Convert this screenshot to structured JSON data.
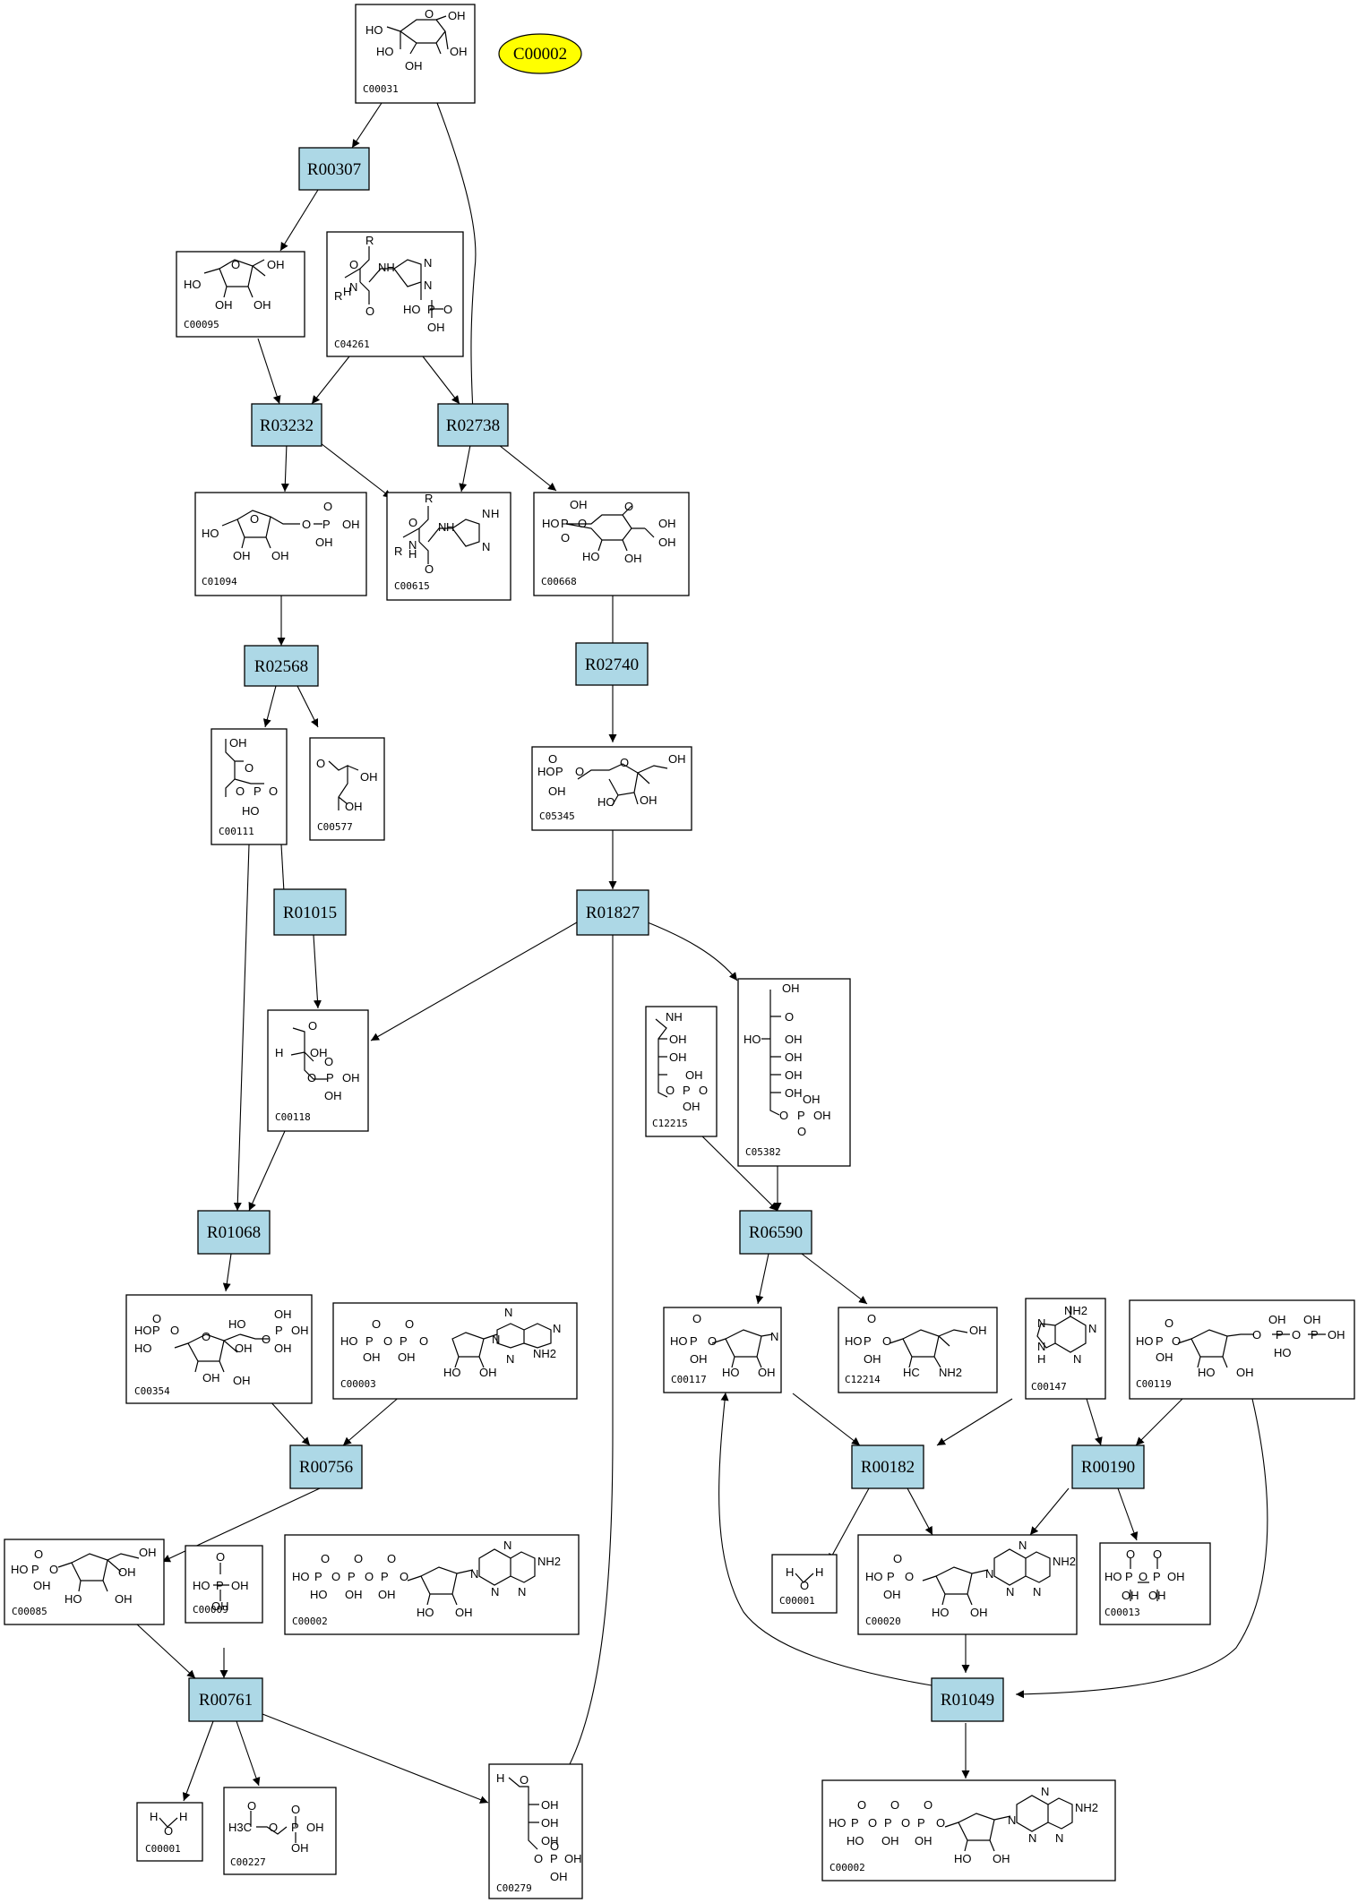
{
  "highlight": {
    "label": "C00002",
    "color": "#ffff00"
  },
  "reaction_color": "#add8e6",
  "reactions": [
    "R00307",
    "R03232",
    "R02738",
    "R02568",
    "R02740",
    "R01015",
    "R01827",
    "R01068",
    "R06590",
    "R00756",
    "R00182",
    "R00190",
    "R00761",
    "R01049"
  ],
  "compounds": {
    "C00031": {
      "id": "C00031",
      "atoms": [
        "HO",
        "OH",
        "O",
        "HO",
        "OH",
        "OH"
      ]
    },
    "C00095": {
      "id": "C00095",
      "atoms": [
        "HO",
        "O",
        "OH",
        "OH",
        "OH"
      ]
    },
    "C04261": {
      "id": "C04261",
      "atoms": [
        "R",
        "O",
        "NH",
        "N",
        "R",
        "H",
        "N",
        "O",
        "HO",
        "P",
        "O",
        "OH",
        "N"
      ]
    },
    "C01094": {
      "id": "C01094",
      "atoms": [
        "HO",
        "O",
        "O",
        "P",
        "OH",
        "O",
        "OH",
        "OH",
        "OH"
      ]
    },
    "C00615": {
      "id": "C00615",
      "atoms": [
        "R",
        "O",
        "N",
        "H",
        "R",
        "N",
        "H",
        "O",
        "N",
        "H",
        "N"
      ]
    },
    "C00668": {
      "id": "C00668",
      "atoms": [
        "OH",
        "HO",
        "P",
        "O",
        "O",
        "O",
        "OH",
        "HO",
        "OH",
        "OH"
      ]
    },
    "C00111": {
      "id": "C00111",
      "atoms": [
        "OH",
        "O",
        "O",
        "P",
        "O",
        "HO"
      ]
    },
    "C00577": {
      "id": "C00577",
      "atoms": [
        "O",
        "OH",
        "OH"
      ]
    },
    "C05345": {
      "id": "C05345",
      "atoms": [
        "O",
        "HO",
        "P",
        "O",
        "OH",
        "O",
        "OH",
        "HO",
        "OH"
      ]
    },
    "C00118": {
      "id": "C00118",
      "atoms": [
        "O",
        "H",
        "OH",
        "O",
        "P",
        "OH",
        "OH",
        "O"
      ]
    },
    "C12215": {
      "id": "C12215",
      "atoms": [
        "NH",
        "OH",
        "OH",
        "OH",
        "O",
        "P",
        "O",
        "OH"
      ]
    },
    "C05382": {
      "id": "C05382",
      "atoms": [
        "OH",
        "O",
        "HO",
        "OH",
        "OH",
        "OH",
        "OH",
        "OH",
        "O",
        "P",
        "OH",
        "O"
      ]
    },
    "C00354": {
      "id": "C00354",
      "atoms": [
        "HO",
        "O",
        "P",
        "O",
        "HO",
        "OH",
        "OH",
        "O",
        "P",
        "OH",
        "OH",
        "OH",
        "HO",
        "OH",
        "O"
      ]
    },
    "C00003": {
      "id": "C00003",
      "atoms": [
        "O",
        "O",
        "HO",
        "P",
        "O",
        "P",
        "O",
        "OH",
        "OH",
        "HO",
        "OH",
        "N",
        "N",
        "NH2",
        "N",
        "N"
      ]
    },
    "C00117": {
      "id": "C00117",
      "atoms": [
        "O",
        "HO",
        "P",
        "O",
        "OH",
        "N",
        "HO",
        "OH"
      ]
    },
    "C12214": {
      "id": "C12214",
      "atoms": [
        "O",
        "HO",
        "P",
        "O",
        "OH",
        "OH",
        "HC",
        "NH2"
      ]
    },
    "C00147": {
      "id": "C00147",
      "atoms": [
        "NH2",
        "N",
        "N",
        "N",
        "N",
        "H"
      ]
    },
    "C00119": {
      "id": "C00119",
      "atoms": [
        "O",
        "HO",
        "P",
        "O",
        "OH",
        "HO",
        "O",
        "P",
        "O",
        "P",
        "OH",
        "OH",
        "OH",
        "HO",
        "OH"
      ]
    },
    "C00085": {
      "id": "C00085",
      "atoms": [
        "O",
        "HO",
        "P",
        "O",
        "OH",
        "OH",
        "HO",
        "OH",
        "OH"
      ]
    },
    "C00009": {
      "id": "C00009",
      "atoms": [
        "O",
        "HO",
        "P",
        "OH",
        "OH"
      ]
    },
    "C00002a": {
      "id": "C00002",
      "atoms": [
        "O",
        "O",
        "O",
        "HO",
        "P",
        "O",
        "P",
        "O",
        "P",
        "O",
        "HO",
        "OH",
        "OH",
        "HO",
        "OH",
        "N",
        "NH2",
        "N",
        "N",
        "N"
      ]
    },
    "C00020": {
      "id": "C00020",
      "atoms": [
        "O",
        "HO",
        "P",
        "O",
        "OH",
        "HO",
        "OH",
        "N",
        "NH2",
        "N",
        "N",
        "N"
      ]
    },
    "C00013": {
      "id": "C00013",
      "atoms": [
        "O",
        "O",
        "HO",
        "P",
        "O",
        "P",
        "OH",
        "OH",
        "OH"
      ]
    },
    "C00001a": {
      "id": "C00001",
      "atoms": [
        "H",
        "O",
        "H"
      ]
    },
    "C00227": {
      "id": "C00227",
      "atoms": [
        "O",
        "H3C",
        "O",
        "P",
        "OH",
        "OH",
        "O"
      ]
    },
    "C00279": {
      "id": "C00279",
      "atoms": [
        "H",
        "O",
        "OH",
        "OH",
        "OH",
        "O",
        "P",
        "OH",
        "OH",
        "O"
      ]
    },
    "C00001b": {
      "id": "C00001",
      "atoms": [
        "H",
        "O",
        "H"
      ]
    },
    "C00002b": {
      "id": "C00002",
      "atoms": [
        "O",
        "O",
        "O",
        "HO",
        "P",
        "O",
        "P",
        "O",
        "P",
        "O",
        "HO",
        "OH",
        "OH",
        "HO",
        "OH",
        "N",
        "NH2",
        "N",
        "N",
        "N"
      ]
    }
  }
}
